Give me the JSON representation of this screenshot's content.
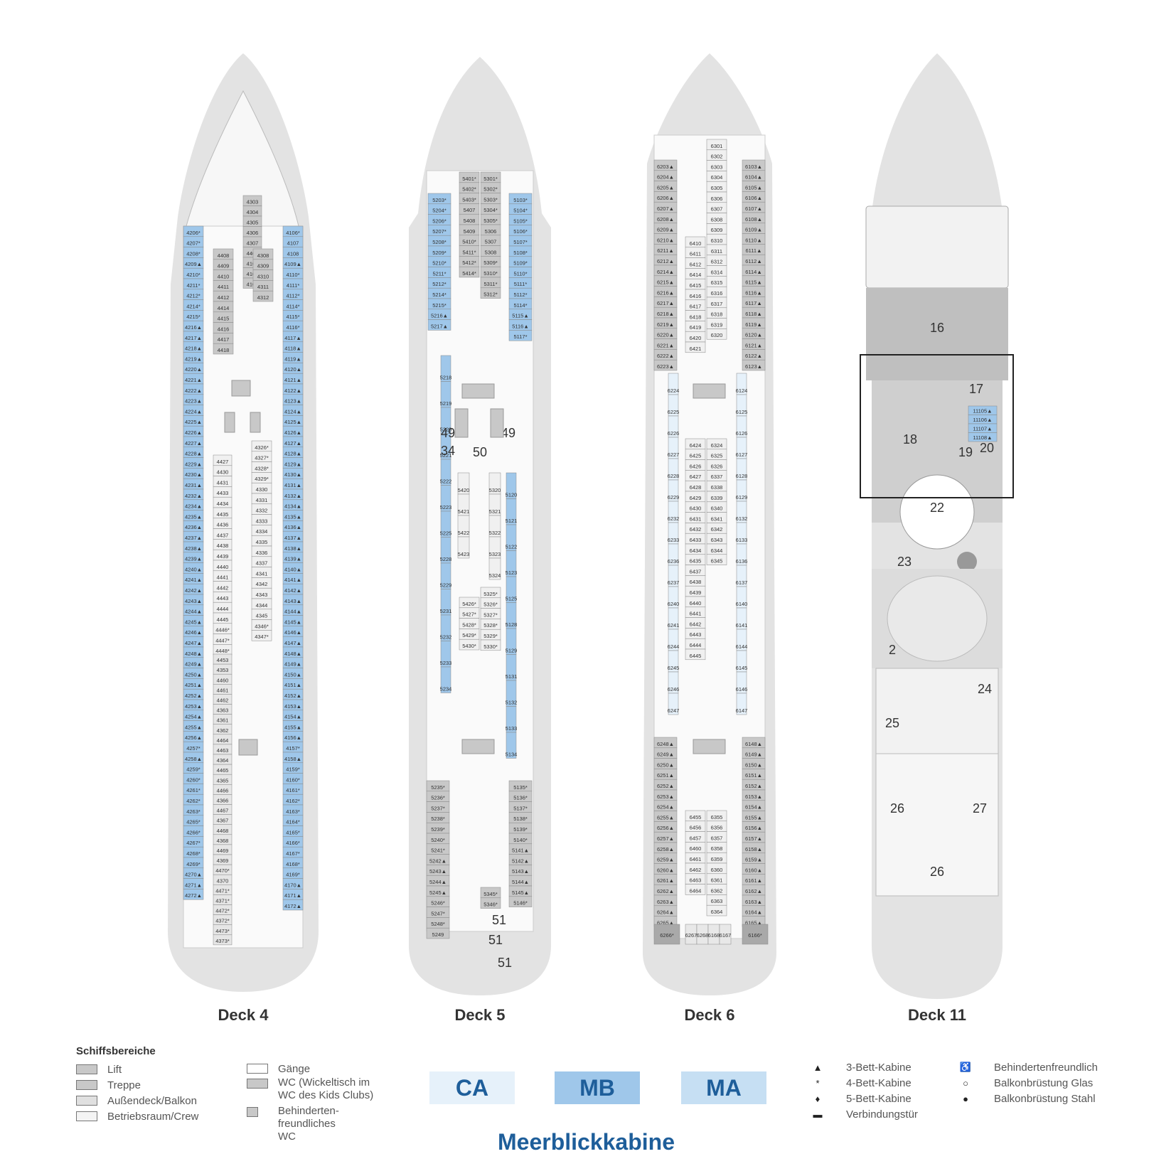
{
  "decks": [
    {
      "label": "Deck 4"
    },
    {
      "label": "Deck 5"
    },
    {
      "label": "Deck 6"
    },
    {
      "label": "Deck 11"
    }
  ],
  "deck4": {
    "port_cabins": [
      "4206*",
      "4207*",
      "4208*",
      "4209▲",
      "4210*",
      "4211*",
      "4212*",
      "4214*",
      "4215*",
      "4216▲",
      "4217▲",
      "4218▲",
      "4219▲",
      "4220▲",
      "4221▲",
      "4222▲",
      "4223▲",
      "4224▲",
      "4225▲",
      "4226▲",
      "4227▲",
      "4228▲",
      "4229▲",
      "4230▲",
      "4231▲",
      "4232▲",
      "4234▲",
      "4235▲",
      "4236▲",
      "4237▲",
      "4238▲",
      "4239▲",
      "4240▲",
      "4241▲",
      "4242▲",
      "4243▲",
      "4244▲",
      "4245▲",
      "4246▲",
      "4247▲",
      "4248▲",
      "4249▲",
      "4250▲",
      "4251▲",
      "4252▲",
      "4253▲",
      "4254▲",
      "4255▲",
      "4256▲",
      "4257*",
      "4258▲",
      "4259*",
      "4260*",
      "4261*",
      "4262*",
      "4263*",
      "4265*",
      "4266*",
      "4267*",
      "4268*",
      "4269*",
      "4270▲",
      "4271▲",
      "4272▲"
    ],
    "stbd_cabins": [
      "4106*",
      "4107",
      "4108",
      "4109▲",
      "4110*",
      "4111*",
      "4112*",
      "4114*",
      "4115*",
      "4116*",
      "4117▲",
      "4118▲",
      "4119▲",
      "4120▲",
      "4121▲",
      "4122▲",
      "4123▲",
      "4124▲",
      "4125▲",
      "4126▲",
      "4127▲",
      "4128▲",
      "4129▲",
      "4130▲",
      "4131▲",
      "4132▲",
      "4134▲",
      "4135▲",
      "4136▲",
      "4137▲",
      "4138▲",
      "4139▲",
      "4140▲",
      "4141▲",
      "4142▲",
      "4143▲",
      "4144▲",
      "4145▲",
      "4146▲",
      "4147▲",
      "4148▲",
      "4149▲",
      "4150▲",
      "4151▲",
      "4152▲",
      "4153▲",
      "4154▲",
      "4155▲",
      "4156▲",
      "4157*",
      "4158▲",
      "4159*",
      "4160*",
      "4161*",
      "4162*",
      "4163*",
      "4164*",
      "4165*",
      "4166*",
      "4167*",
      "4168*",
      "4169*",
      "4170▲",
      "4171▲",
      "4172▲"
    ],
    "inner_left": [
      "4408",
      "4409",
      "4410",
      "4411",
      "4412",
      "4414",
      "4415",
      "4416",
      "4417",
      "4418"
    ],
    "inner_right": [
      "4308",
      "4309",
      "4310",
      "4311",
      "4312"
    ],
    "bow_block": [
      "4303",
      "4304",
      "4305",
      "4306",
      "4307",
      "4407",
      "4104",
      "4105",
      "4103"
    ],
    "mid_left": [
      "4427",
      "4430",
      "4431",
      "4433",
      "4434",
      "4435",
      "4436",
      "4437",
      "4438",
      "4439",
      "4440",
      "4441",
      "4442",
      "4443",
      "4444",
      "4445",
      "4446*",
      "4447*",
      "4448*"
    ],
    "mid_right": [
      "4326*",
      "4327*",
      "4328*",
      "4329*",
      "4330",
      "4331",
      "4332",
      "4333",
      "4334",
      "4335",
      "4336",
      "4337",
      "4341",
      "4342",
      "4343",
      "4344",
      "4345",
      "4346*",
      "4347*"
    ],
    "aft_misc": [
      "4453",
      "4353",
      "4460",
      "4461",
      "4462",
      "4363",
      "4361",
      "4362",
      "4464",
      "4463",
      "4364",
      "4465",
      "4365",
      "4466",
      "4366",
      "4467",
      "4367",
      "4468",
      "4368",
      "4469",
      "4369",
      "4470*",
      "4370",
      "4471*",
      "4371*",
      "4472*",
      "4372*",
      "4473*",
      "4373*"
    ]
  },
  "deck5": {
    "port_cabins": [
      "5203*",
      "5204*",
      "5206*",
      "5207*",
      "5208*",
      "5209*",
      "5210*",
      "5211*",
      "5212*",
      "5214*",
      "5215*",
      "5216▲",
      "5217▲"
    ],
    "stbd_cabins": [
      "5103*",
      "5104*",
      "5105*",
      "5106*",
      "5107*",
      "5108*",
      "5109*",
      "5110*",
      "5111*",
      "5112*",
      "5114*",
      "5115▲",
      "5116▲",
      "5117*"
    ],
    "inner_a": [
      "5401*",
      "5402*",
      "5403*",
      "5407",
      "5408",
      "5409",
      "5410*",
      "5411*",
      "5412*",
      "5414*"
    ],
    "inner_b": [
      "5301*",
      "5302*",
      "5303*",
      "5304*",
      "5305*",
      "5306",
      "5307",
      "5308",
      "5309*",
      "5310*",
      "5311*",
      "5312*"
    ],
    "mid_port": [
      "5218",
      "5219",
      "5220",
      "5221",
      "5222",
      "5223",
      "5225",
      "5228",
      "5229",
      "5231",
      "5232",
      "5233",
      "5234"
    ],
    "mid_inner_a": [
      "5420",
      "5421",
      "5422",
      "5423"
    ],
    "mid_inner_b": [
      "5320",
      "5321",
      "5322",
      "5323",
      "5324"
    ],
    "mid_stbd": [
      "5120",
      "5121",
      "5122",
      "5123",
      "5125",
      "5128",
      "5129",
      "5131",
      "5132",
      "5133",
      "5134"
    ],
    "mid_block_a": [
      "5426*",
      "5427*",
      "5428*",
      "5429*",
      "5430*"
    ],
    "mid_block_b": [
      "5325*",
      "5326*",
      "5327*",
      "5328*",
      "5329*",
      "5330*"
    ],
    "aft_port": [
      "5235*",
      "5236*",
      "5237*",
      "5238*",
      "5239*",
      "5240*",
      "5241*",
      "5242▲",
      "5243▲",
      "5244▲",
      "5245▲",
      "5246*",
      "5247*",
      "5248*",
      "5249"
    ],
    "aft_stbd": [
      "5135*",
      "5136*",
      "5137*",
      "5138*",
      "5139*",
      "5140*",
      "5141▲",
      "5142▲",
      "5143▲",
      "5144▲",
      "5145▲",
      "5146*"
    ],
    "aft_inner": [
      "5345*",
      "5346*"
    ],
    "zones": [
      "49",
      "49",
      "34",
      "50",
      "51",
      "51",
      "51"
    ]
  },
  "deck6": {
    "port_cabins": [
      "6203▲",
      "6204▲",
      "6205▲",
      "6206▲",
      "6207▲",
      "6208▲",
      "6209▲",
      "6210▲",
      "6211▲",
      "6212▲",
      "6214▲",
      "6215▲",
      "6216▲",
      "6217▲",
      "6218▲",
      "6219▲",
      "6220▲",
      "6221▲",
      "6222▲",
      "6223▲"
    ],
    "stbd_cabins": [
      "6103▲",
      "6104▲",
      "6105▲",
      "6106▲",
      "6107▲",
      "6108▲",
      "6109▲",
      "6110▲",
      "6111▲",
      "6112▲",
      "6114▲",
      "6115▲",
      "6116▲",
      "6117▲",
      "6118▲",
      "6119▲",
      "6120▲",
      "6121▲",
      "6122▲",
      "6123▲"
    ],
    "inner_a": [
      "6410",
      "6411",
      "6412",
      "6414",
      "6415",
      "6416",
      "6417",
      "6418",
      "6419",
      "6420",
      "6421"
    ],
    "inner_b": [
      "6301",
      "6302",
      "6303",
      "6304",
      "6305",
      "6306",
      "6307",
      "6308",
      "6309",
      "6310",
      "6311",
      "6312",
      "6314",
      "6315",
      "6316",
      "6317",
      "6318",
      "6319",
      "6320"
    ],
    "mid_port": [
      "6224",
      "6225",
      "6226",
      "6227",
      "6228",
      "6229",
      "6232",
      "6233",
      "6236",
      "6237",
      "6240",
      "6241",
      "6244",
      "6245",
      "6246",
      "6247"
    ],
    "mid_stbd": [
      "6124",
      "6125",
      "6126",
      "6127",
      "6128",
      "6129",
      "6132",
      "6133",
      "6136",
      "6137",
      "6140",
      "6141",
      "6144",
      "6145",
      "6146",
      "6147"
    ],
    "mid_inner_a": [
      "6424",
      "6425",
      "6426",
      "6427",
      "6428",
      "6429",
      "6430",
      "6431",
      "6432",
      "6433",
      "6434",
      "6435",
      "6437",
      "6438",
      "6439",
      "6440",
      "6441",
      "6442",
      "6443",
      "6444",
      "6445"
    ],
    "mid_inner_b": [
      "6324",
      "6325",
      "6326",
      "6337",
      "6338",
      "6339",
      "6340",
      "6341",
      "6342",
      "6343",
      "6344",
      "6345"
    ],
    "aft_port": [
      "6248▲",
      "6249▲",
      "6250▲",
      "6251▲",
      "6252▲",
      "6253▲",
      "6254▲",
      "6255▲",
      "6256▲",
      "6257▲",
      "6258▲",
      "6259▲",
      "6260▲",
      "6261▲",
      "6262▲",
      "6263▲",
      "6264▲",
      "6265▲"
    ],
    "aft_stbd": [
      "6148▲",
      "6149▲",
      "6150▲",
      "6151▲",
      "6152▲",
      "6153▲",
      "6154▲",
      "6155▲",
      "6156▲",
      "6157▲",
      "6158▲",
      "6159▲",
      "6160▲",
      "6161▲",
      "6162▲",
      "6163▲",
      "6164▲",
      "6165▲"
    ],
    "aft_inner_a": [
      "6455",
      "6456",
      "6457",
      "6460",
      "6461",
      "6462",
      "6463",
      "6464"
    ],
    "aft_inner_b": [
      "6355",
      "6356",
      "6357",
      "6358",
      "6359",
      "6360",
      "6361",
      "6362",
      "6363",
      "6364"
    ],
    "stern": [
      "6266*",
      "6267",
      "6268",
      "6168",
      "6167",
      "6166*"
    ]
  },
  "deck11": {
    "cabins": [
      "11105▲",
      "11106▲",
      "11107▲",
      "11108▲"
    ],
    "zones": [
      "16",
      "17",
      "18",
      "19",
      "20",
      "22",
      "23",
      "2",
      "24",
      "25",
      "26",
      "27",
      "26"
    ]
  },
  "legend": {
    "title": "Schiffsbereiche",
    "areas": [
      {
        "label": "Lift"
      },
      {
        "label": "Treppe"
      },
      {
        "label": "Außendeck/Balkon"
      },
      {
        "label": "Betriebsraum/Crew"
      }
    ],
    "misc": [
      {
        "label": "Gänge"
      },
      {
        "label": "WC (Wickeltisch im WC des Kids Clubs)"
      },
      {
        "label": "Behinderten- freundliches WC"
      }
    ],
    "symbols": [
      {
        "symbol": "▲",
        "label": "3-Bett-Kabine"
      },
      {
        "symbol": "*",
        "label": "4-Bett-Kabine"
      },
      {
        "symbol": "♦",
        "label": "5-Bett-Kabine"
      },
      {
        "symbol": "▬",
        "label": "Verbindungstür"
      }
    ],
    "symbols2": [
      {
        "symbol": "♿",
        "label": "Behindertenfreundlich"
      },
      {
        "symbol": "○",
        "label": "Balkonbrüstung Glas"
      },
      {
        "symbol": "●",
        "label": "Balkonbrüstung Stahl"
      }
    ]
  },
  "categories": [
    {
      "code": "CA",
      "color": "#e6f1fa"
    },
    {
      "code": "MB",
      "color": "#9fc7ea"
    },
    {
      "code": "MA",
      "color": "#c6dff3"
    }
  ],
  "category_caption": "Meerblickkabine",
  "colors": {
    "hull": "#e0e0e0",
    "cabin_ca": "#e6f1fa",
    "cabin_mb": "#9fc7ea",
    "inner": "#c8c8c8",
    "deck": "#bdbdbd"
  }
}
